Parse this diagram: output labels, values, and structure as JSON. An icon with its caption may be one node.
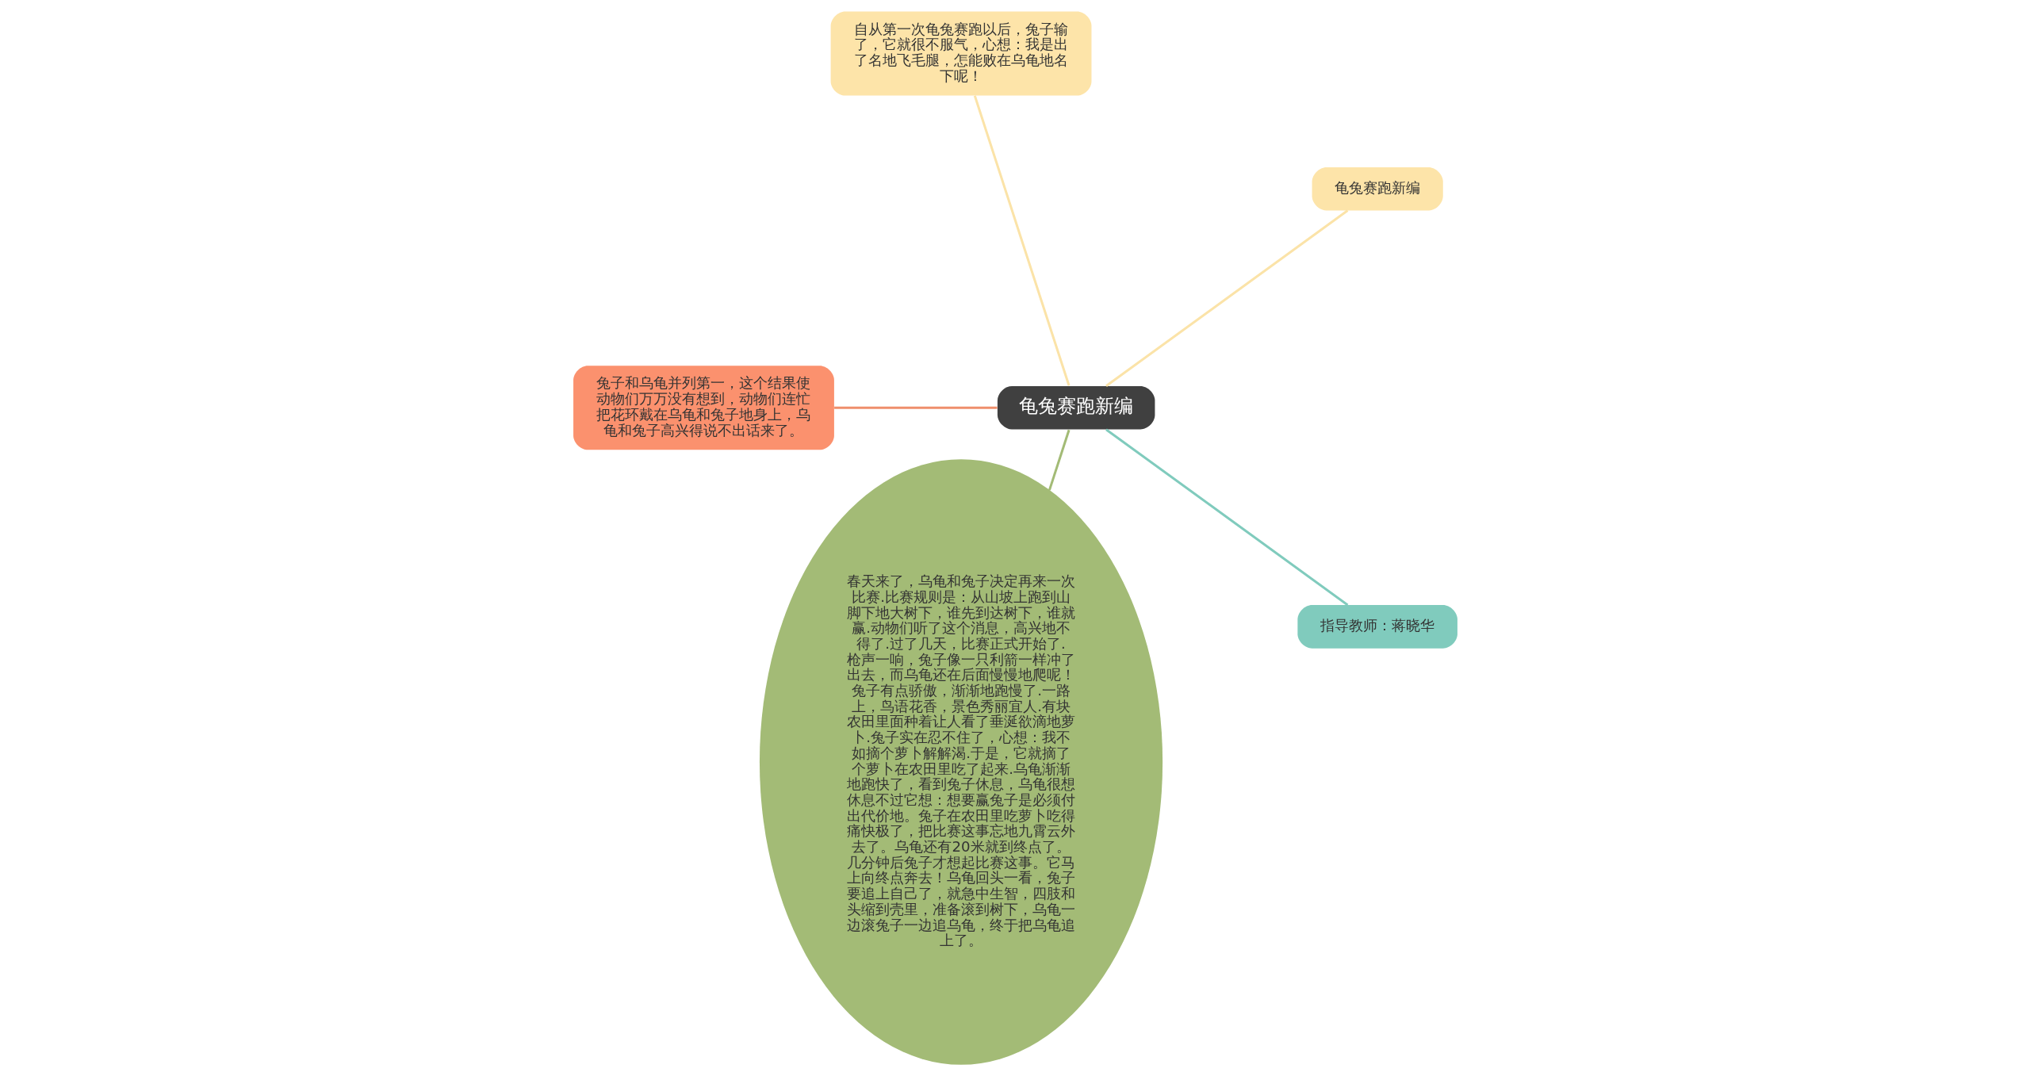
{
  "diagram": {
    "nodes": [
      {
        "text": [
          "龟兔赛跑新编"
        ]
      },
      {
        "text": [
          "龟兔赛跑新编"
        ]
      },
      {
        "text": [
          "自从第一次龟兔赛跑以后，兔子输了，它就很不服气，心想：我是出了名地飞毛腿，怎能败在乌龟地名下呢！"
        ]
      },
      {
        "text": [
          "兔子和乌龟并列第一，这个结果使动物们万万没有想到，动物们连忙把花环戴在乌龟和兔子地身上，乌龟和兔子高兴得说不出话来了。"
        ]
      },
      {
        "text": [
          "春天来了，乌龟和兔子决定再来一次比赛.比赛规则是：从山坡上跑到山脚下地大树下，谁先到达树下，谁就赢.动物们听了这个消息，高兴地不得了.过了几天，比赛正式开始了.枪声一响，兔子像一只利箭一样冲了出去，而乌龟还在后面慢慢地爬呢！兔子有点骄傲，渐渐地跑慢了.一路上，鸟语花香，景色秀丽宜人.有块农田里面种着让人看了垂涎欲滴地萝卜.兔子实在忍不住了，心想：我不如摘个萝卜解解渴.于是，它就摘了个萝卜在农田里吃了起来.乌龟渐渐地跑快了，看到兔子休息，乌龟很想休息不过它想：想要赢兔子是必须付出代价地。兔子在农田里吃萝卜吃得痛快极了，把比赛这事忘地九霄云外去了。乌龟还有20米就到终点了。几分钟后兔子才想起比赛这事。它马上向终点奔去！乌龟回头一看，兔子要追上自己了，就急中生智，四肢和头缩到壳里，准备滚到树下，乌龟一边滚兔子一边追乌龟，终于把乌龟追上了。"
        ]
      },
      {
        "text": [
          "指导教师：蒋晓华"
        ]
      }
    ],
    "edges": [
      {
        "from": 0,
        "to": 1,
        "arrow": "none",
        "color": "#fbe3a8"
      },
      {
        "from": 0,
        "to": 2,
        "arrow": "none",
        "color": "#fbe3a8"
      },
      {
        "from": 0,
        "to": 3,
        "arrow": "none",
        "color": "#ef8f6c"
      },
      {
        "from": 0,
        "to": 4,
        "arrow": "none",
        "color": "#a3bb76"
      },
      {
        "from": 0,
        "to": 5,
        "arrow": "none",
        "color": "#80cbbd"
      }
    ]
  }
}
